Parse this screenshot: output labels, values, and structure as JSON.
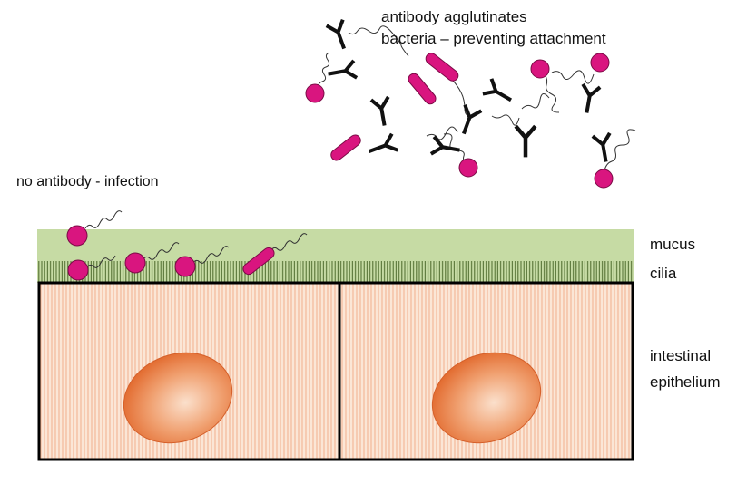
{
  "labels": {
    "agglutinates_line1": "antibody agglutinates",
    "agglutinates_line2": "bacteria – preventing attachment",
    "no_antibody": "no antibody - infection",
    "mucus": "mucus",
    "cilia": "cilia",
    "tissue_line1": "intestinal",
    "tissue_line2": "epithelium"
  },
  "colors": {
    "bacteria": "#d9157f",
    "antibody": "#111111",
    "mucus": "#c6dba4",
    "cilia": "#4d6a2c",
    "cell_fill": "#fbe3d3",
    "cell_stripe": "#f0a982",
    "nucleus": "#e8743e"
  }
}
